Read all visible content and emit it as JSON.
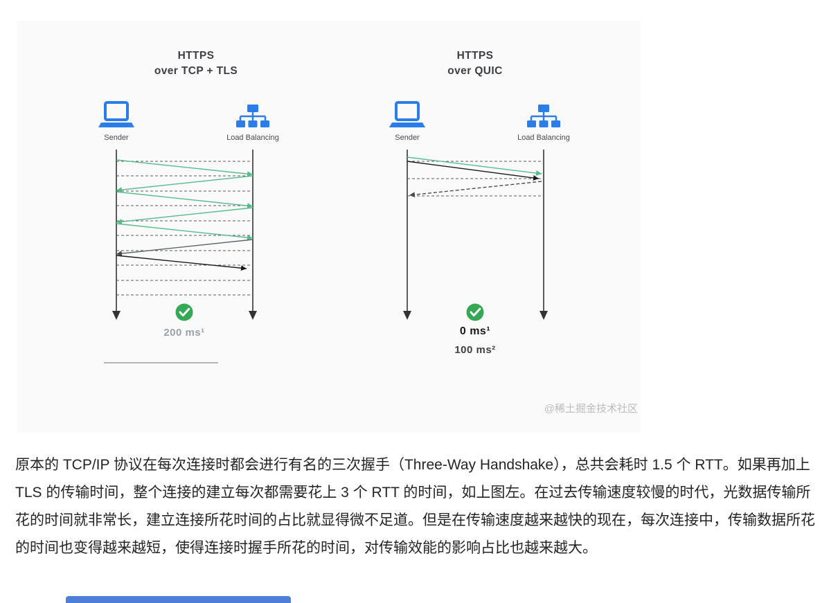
{
  "figure": {
    "left": {
      "title1": "HTTPS",
      "title2": "over TCP + TLS",
      "sender_label": "Sender",
      "receiver_label": "Load Balancing",
      "time_label": "200 ms¹"
    },
    "right": {
      "title1": "HTTPS",
      "title2": "over QUIC",
      "sender_label": "Sender",
      "receiver_label": "Load Balancing",
      "time_label_primary": "0 ms¹",
      "time_label_secondary": "100 ms²"
    },
    "watermark": "@稀土掘金技术社区",
    "colors": {
      "device_blue": "#2b7de9",
      "arrow_green": "#57bb8a",
      "check_green": "#34a853",
      "timeline_dark": "#333333"
    }
  },
  "article": {
    "paragraph": "原本的 TCP/IP 协议在每次连接时都会进行有名的三次握手（Three-Way Handshake），总共会耗时 1.5 个 RTT。如果再加上 TLS 的传输时间，整个连接的建立每次都需要花上 3 个 RTT 的时间，如上图左。在过去传输速度较慢的时代，光数据传输所花的时间就非常长，建立连接所花时间的占比就显得微不足道。但是在传输速度越来越快的现在，每次连接中，传输数据所花的时间也变得越来越短，使得连接时握手所花的时间，对传输效能的影响占比也越来越大。"
  }
}
